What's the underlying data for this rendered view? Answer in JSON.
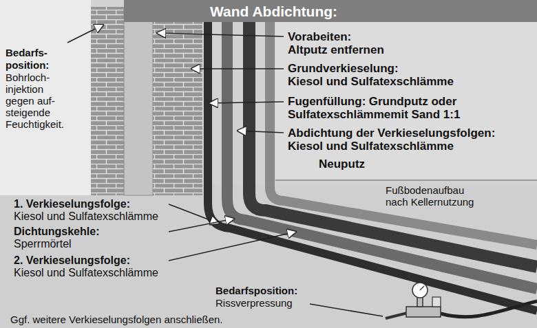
{
  "diagram": {
    "title": "Wand Abdichtung:",
    "labels": [
      "Bedarfs- position:",
      "Bohrloch- injektion gegen auf- steigende Feuchtigkeit.",
      "Vorabeiten:",
      "Altputz entfernen",
      "Grundverkieselung:",
      "Kiesol und Sulfatexschlämme",
      "Fugenfüllung:",
      "Grundputz oder Sulfatexschlämmemit Sand 1:1",
      "Abdichtung der Verkieselungsfolgen:",
      "Kiesol und Sulfatexschlämme",
      "Neuputz",
      "Fußbodenaufbau nach Kellernutzung",
      "1. Verkieselungsfolge:",
      "Kiesol und Sulfatexschlämme",
      "Dichtungskehle:",
      "Sperrmörtel",
      "2. Verkieselungsfolge:",
      "Kiesol und Sulfatexschlämme",
      "Bedarfsposition:",
      "Rissverpressung",
      "Ggf. weitere Verkieselungsfolgen anschließen."
    ]
  }
}
